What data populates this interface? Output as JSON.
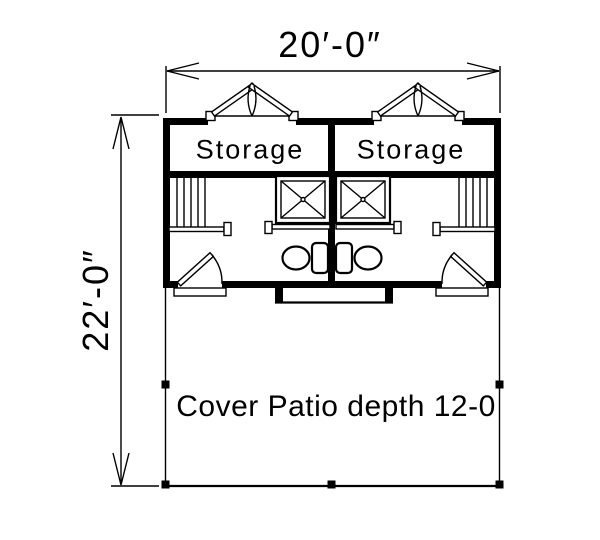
{
  "colors": {
    "line": "#000000",
    "background": "#ffffff"
  },
  "dimensions": {
    "width_label": "20′-0″",
    "height_label": "22′-0″"
  },
  "rooms": {
    "storage_left_label": "Storage",
    "storage_right_label": "Storage"
  },
  "patio": {
    "label": "Cover Patio depth 12-0"
  }
}
